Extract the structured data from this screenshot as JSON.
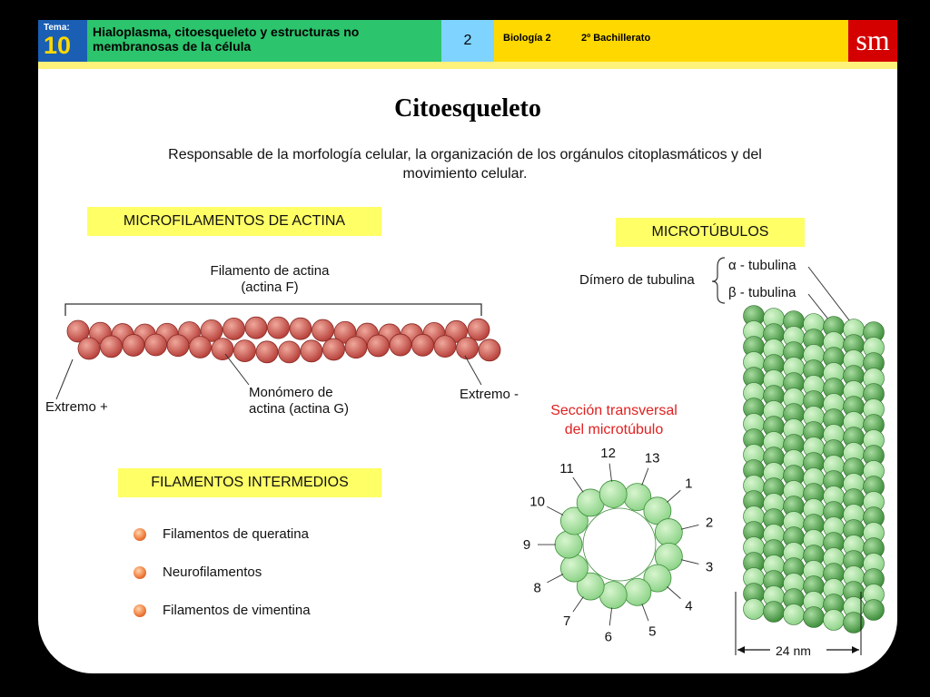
{
  "header": {
    "tema_label": "Tema:",
    "tema_number": "10",
    "topic_title": "Hialoplasma, citoesqueleto y estructuras no membranosas de la célula",
    "page_number": "2",
    "subject": "Biología 2",
    "course": "2º Bachillerato",
    "publisher_logo": "sm"
  },
  "title": "Citoesqueleto",
  "description": "Responsable de la morfología celular, la organización de los orgánulos citoplasmáticos y del movimiento celular.",
  "microfilaments": {
    "heading": "MICROFILAMENTOS DE ACTINA",
    "filament_label": "Filamento de actina\n(actina F)",
    "plus_end": "Extremo +",
    "minus_end": "Extremo -",
    "monomer_label": "Monómero de\nactina (actina G)"
  },
  "intermediate": {
    "heading": "FILAMENTOS INTERMEDIOS",
    "items": [
      "Filamentos de queratina",
      "Neurofilamentos",
      "Filamentos de vimentina"
    ]
  },
  "microtubules": {
    "heading": "MICROTÚBULOS",
    "dimer_label": "Dímero de tubulina",
    "alpha": "α - tubulina",
    "beta": "β - tubulina",
    "section_title": "Sección transversal\ndel microtúbulo",
    "protofilament_numbers": [
      "1",
      "2",
      "3",
      "4",
      "5",
      "6",
      "7",
      "8",
      "9",
      "10",
      "11",
      "12",
      "13"
    ],
    "diameter": "24 nm"
  },
  "colors": {
    "actin": "#b8423c",
    "tubulin_light": "#8fd48a",
    "tubulin_dark": "#3f8f3c",
    "highlight": "#ffff66",
    "section_title": "#e12020"
  }
}
